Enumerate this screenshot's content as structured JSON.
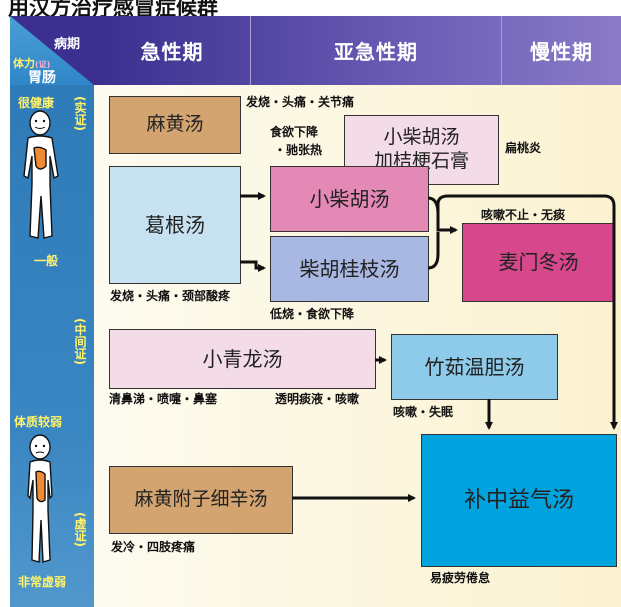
{
  "title": "用汉方治疗感冒症候群",
  "header": {
    "stage_label": "病期",
    "constitution_label": "体力",
    "constitution_sub": "(证)",
    "stomach_label": "胃肠",
    "acute": "急性期",
    "subacute": "亚急性期",
    "chronic": "慢性期"
  },
  "left": {
    "very_healthy": "很健康",
    "excess": "(实证)",
    "normal": "一般",
    "middle": "(中间证)",
    "weaker": "体质较弱",
    "deficient": "(虚证)",
    "very_weak": "非常虚弱"
  },
  "boxes": {
    "mahuang": "麻黄汤",
    "gegen": "葛根汤",
    "xiaochaihu_jiejie_1": "小柴胡汤",
    "xiaochaihu_jiejie_2": "加桔梗石膏",
    "xiaochaihu": "小柴胡汤",
    "chaihu_guizhi": "柴胡桂枝汤",
    "maimendong": "麦门冬汤",
    "xiaoqinglong": "小青龙汤",
    "zhuru_wendan": "竹茹温胆汤",
    "mahuang_fuzi": "麻黄附子细辛汤",
    "buzhong_yiqi": "补中益气汤"
  },
  "notes": {
    "mahuang": "发烧・头痛・关节痛",
    "appetite_1": "食欲下降",
    "appetite_2": "・驰张热",
    "tonsil": "扁桃炎",
    "cough_no_phlegm": "咳嗽不止・无痰",
    "gegen": "发烧・头痛・颈部酸疼",
    "low_fever": "低烧・食欲下降",
    "xiaoqinglong": "清鼻涕・喷嚏・鼻塞",
    "clear_phlegm": "透明痰液・咳嗽",
    "cough_insomnia": "咳嗽・失眠",
    "mahuang_fuzi": "发冷・四肢疼痛",
    "fatigue": "易疲劳倦怠"
  },
  "colors": {
    "header_dark": "#3a2f8f",
    "header_light": "#8a7bc8",
    "left_blue": "#2f86c8",
    "brown_box": "#d3a46f",
    "light_blue_box": "#c6e2f1",
    "pink_box": "#e489b5",
    "lavender_box": "#a8b8e2",
    "magenta_box": "#d6478c",
    "pale_pink_box": "#f3dce8",
    "mid_blue_box": "#8ecbea",
    "cyan_box": "#00a3de"
  }
}
